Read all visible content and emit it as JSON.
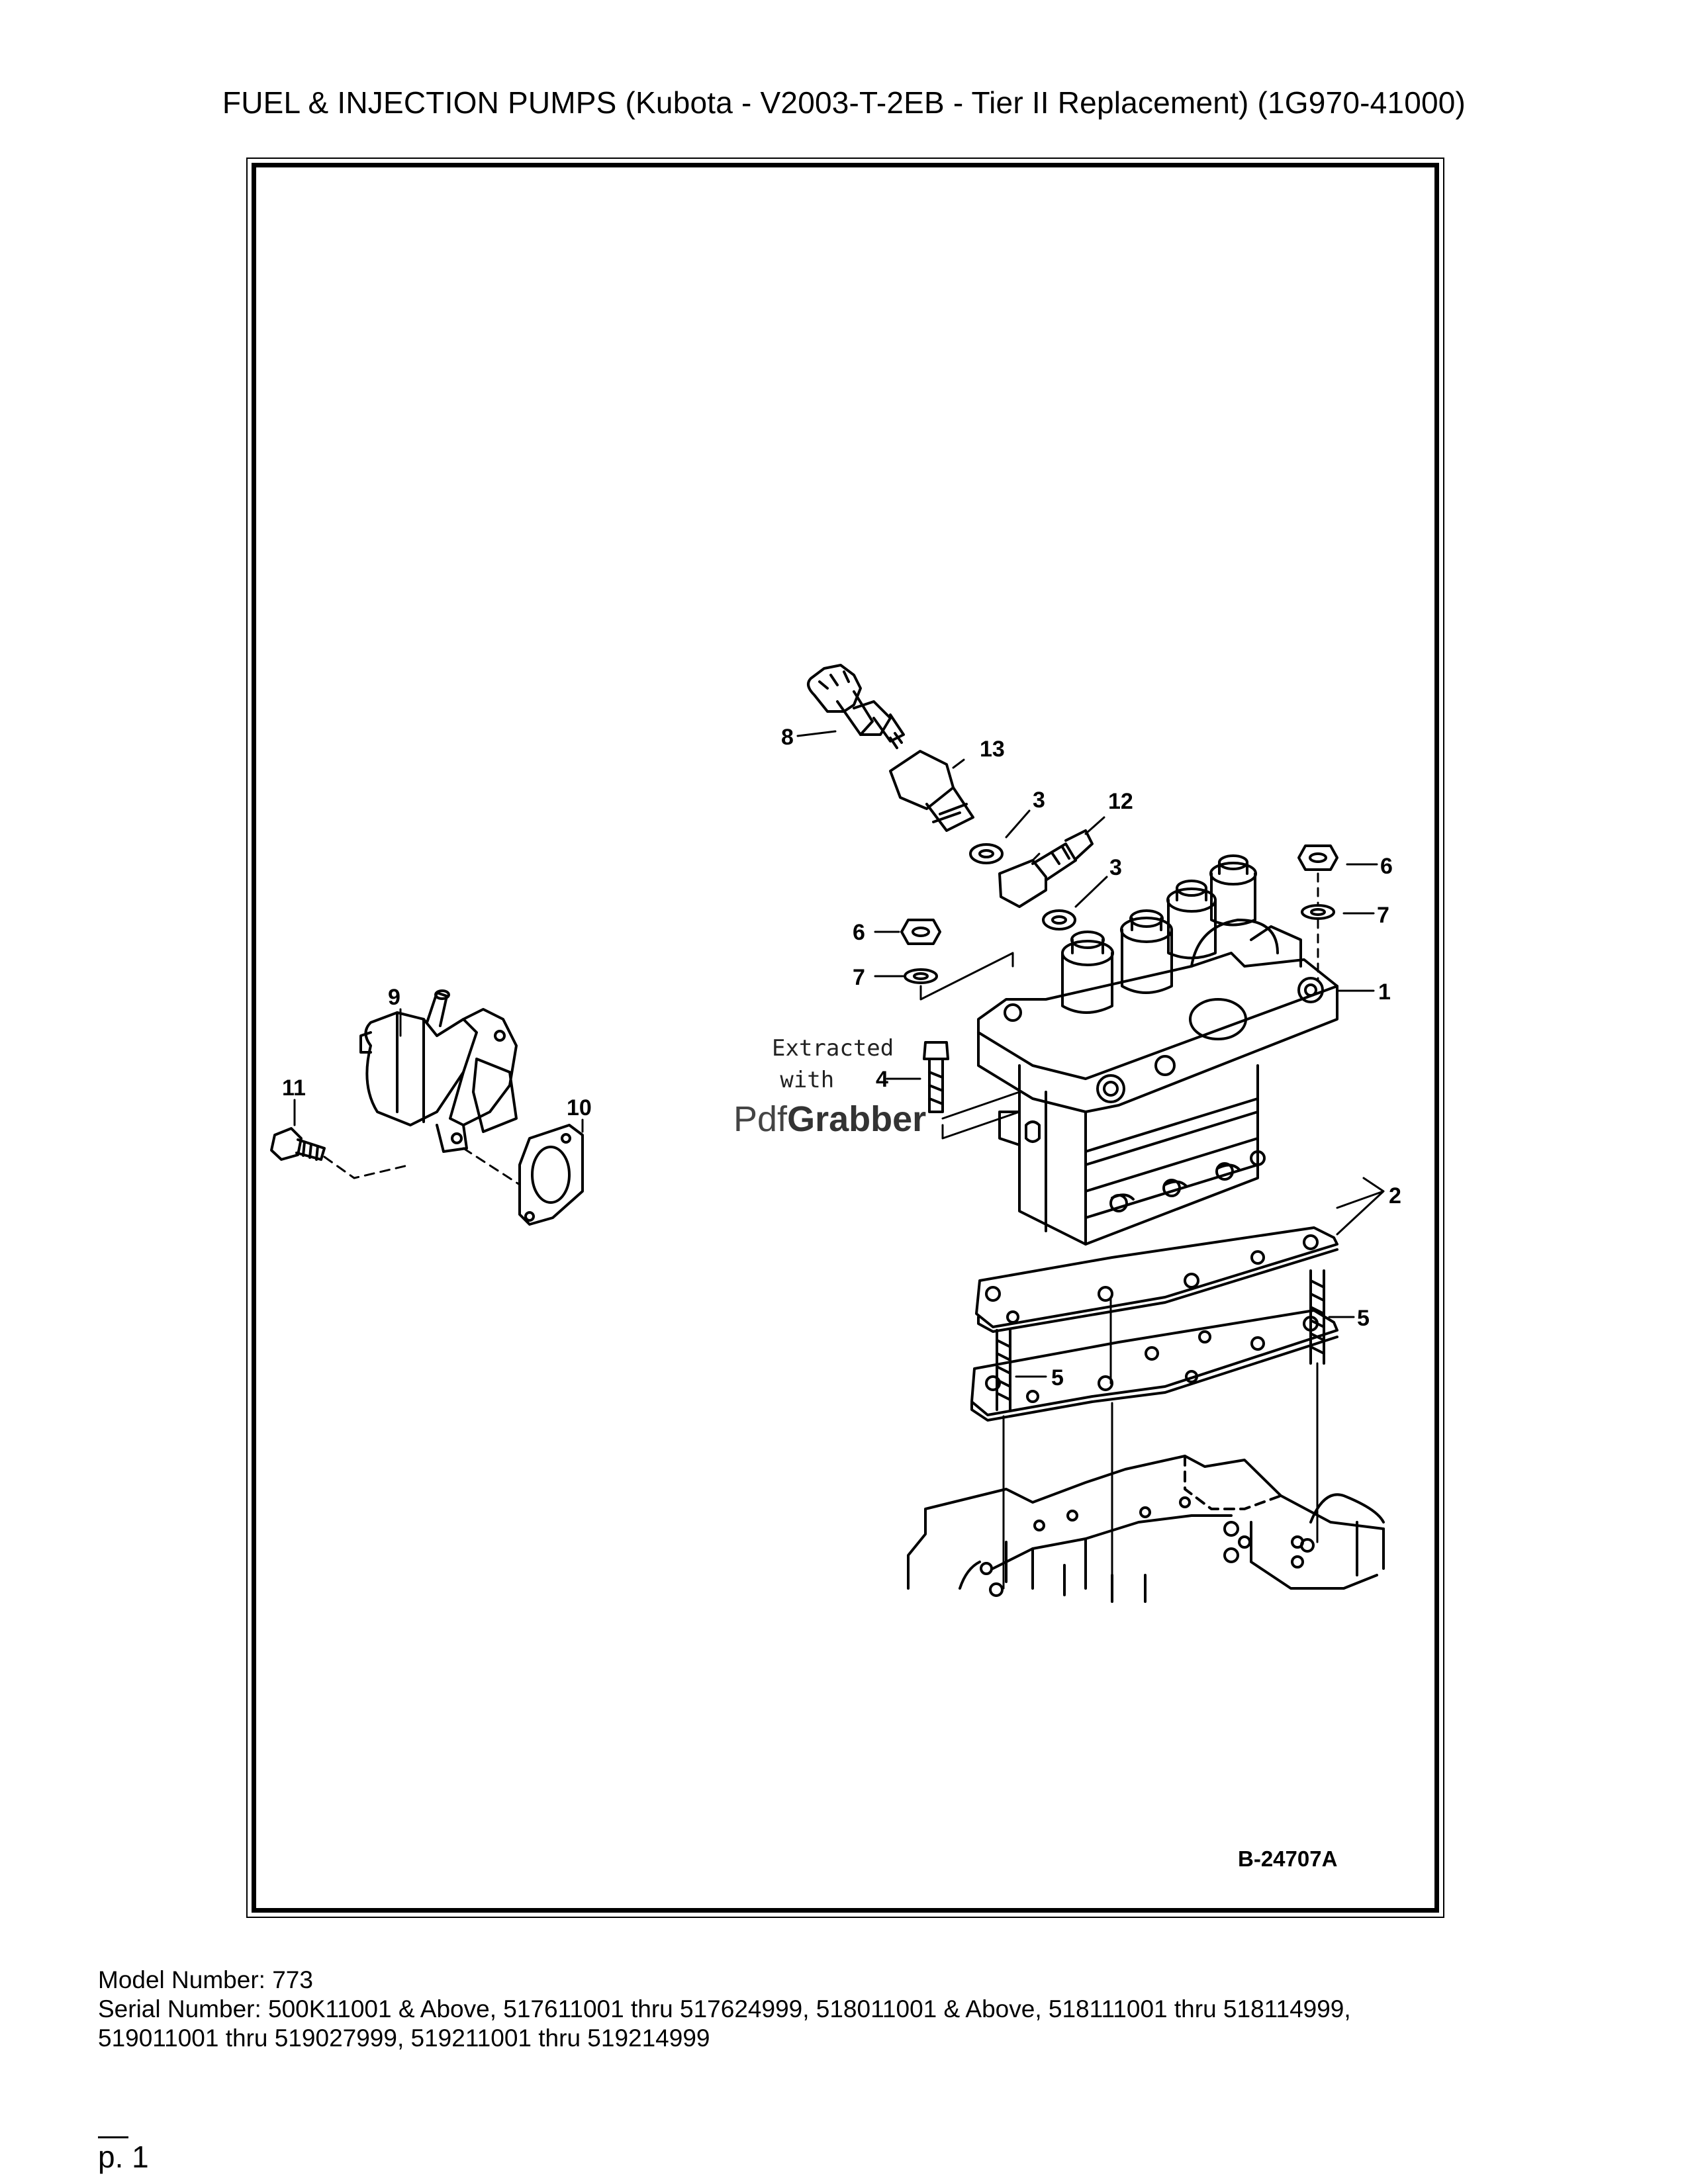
{
  "header": {
    "title": "FUEL & INJECTION PUMPS (Kubota - V2003-T-2EB - Tier II Replacement) (1G970-41000)"
  },
  "diagram": {
    "figure_code": "B-24707A",
    "callouts": [
      "8",
      "13",
      "3",
      "12",
      "3",
      "6",
      "7",
      "6",
      "7",
      "1",
      "9",
      "11",
      "10",
      "4",
      "2",
      "5",
      "5"
    ]
  },
  "watermark": {
    "line1": "Extracted",
    "line2": "with",
    "brand_a": "Pdf",
    "brand_b": "Grabber"
  },
  "footer": {
    "model": "Model Number: 773",
    "serial_line1": "Serial Number: 500K11001 & Above, 517611001 thru 517624999, 518011001 & Above, 518111001 thru 518114999,",
    "serial_line2": "519011001 thru 519027999, 519211001 thru 519214999",
    "page": "p. 1"
  }
}
